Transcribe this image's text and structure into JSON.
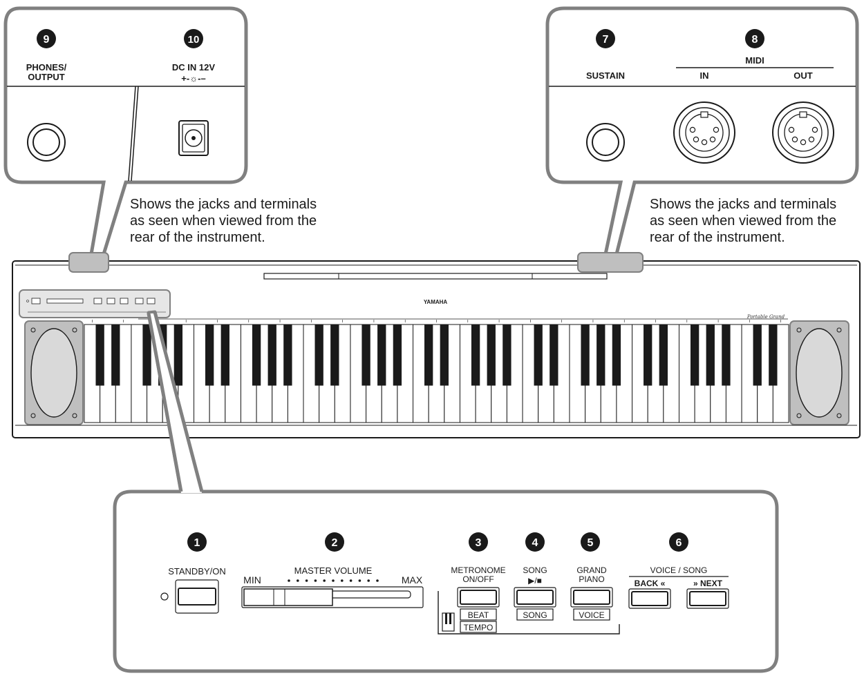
{
  "rear_note": "Shows the jacks and terminals\nas seen when viewed from the\nrear of the instrument.",
  "rear_left": {
    "phones": {
      "num": "9",
      "label_1": "PHONES/",
      "label_2": "OUTPUT"
    },
    "dc_in": {
      "num": "10",
      "label_1": "DC IN 12V",
      "label_2": "+-☼-–"
    }
  },
  "rear_right": {
    "sustain": {
      "num": "7",
      "label": "SUSTAIN"
    },
    "midi": {
      "num": "8",
      "title": "MIDI",
      "in": "IN",
      "out": "OUT"
    }
  },
  "keyboard": {
    "brand": "YAMAHA",
    "model": "Portable Grand"
  },
  "panel": {
    "standby": {
      "num": "1",
      "label": "STANDBY/ON"
    },
    "volume": {
      "num": "2",
      "label": "MASTER VOLUME",
      "min": "MIN",
      "max": "MAX"
    },
    "metronome": {
      "num": "3",
      "label_1": "METRONOME",
      "label_2": "ON/OFF",
      "sub_1": "BEAT",
      "sub_2": "TEMPO"
    },
    "song": {
      "num": "4",
      "label_1": "SONG",
      "label_2": "▶/■",
      "sub": "SONG"
    },
    "grand": {
      "num": "5",
      "label_1": "GRAND",
      "label_2": "PIANO",
      "sub": "VOICE"
    },
    "voice_song": {
      "num": "6",
      "label": "VOICE / SONG",
      "back": "BACK «",
      "next": "» NEXT"
    }
  },
  "icons": {
    "piano": "piano-keys-icon",
    "din": "midi-din-icon"
  }
}
